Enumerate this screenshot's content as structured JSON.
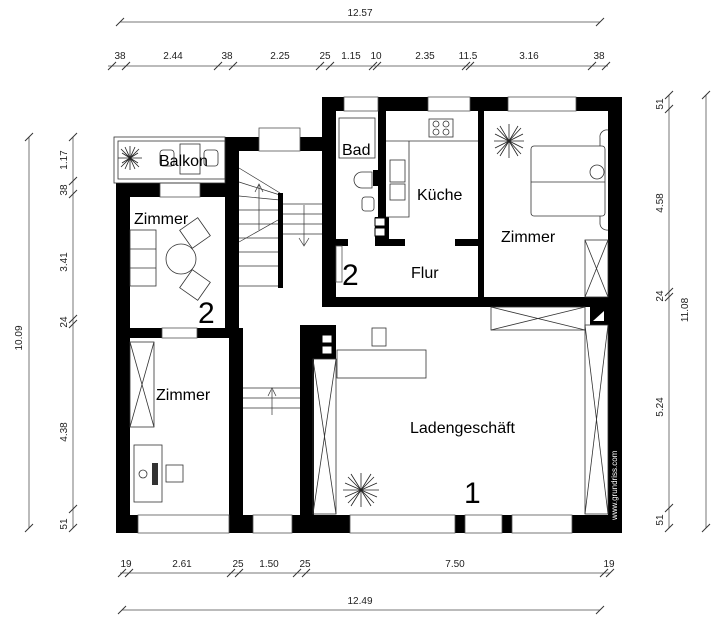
{
  "dimensions": {
    "top_total": "12.57",
    "top_segments": [
      "38",
      "2.44",
      "38",
      "2.25",
      "25",
      "1.15",
      "10",
      "2.35",
      "11.5",
      "3.16",
      "38"
    ],
    "bottom_segments": [
      "19",
      "2.61",
      "25",
      "1.50",
      "25",
      "7.50",
      "19"
    ],
    "bottom_total": "12.49",
    "left_total": "10.09",
    "left_segments": [
      "1.17",
      "38",
      "3.41",
      "24",
      "4.38",
      "51"
    ],
    "right_segments": [
      "51",
      "4.58",
      "24",
      "5.24",
      "51"
    ],
    "right_total": "11.08"
  },
  "rooms": {
    "balkon": "Balkon",
    "zimmer_left_upper": "Zimmer",
    "zimmer_left_lower": "Zimmer",
    "bad": "Bad",
    "kueche": "Küche",
    "flur": "Flur",
    "zimmer_right": "Zimmer",
    "ladengeschaeft": "Ladengeschäft"
  },
  "unit_numbers": {
    "unit_2_left": "2",
    "unit_2_flur": "2",
    "unit_1": "1"
  },
  "watermark": "www.grundriss.com",
  "colors": {
    "wall": "#000000",
    "background": "#ffffff",
    "dimension_line": "#777777"
  }
}
